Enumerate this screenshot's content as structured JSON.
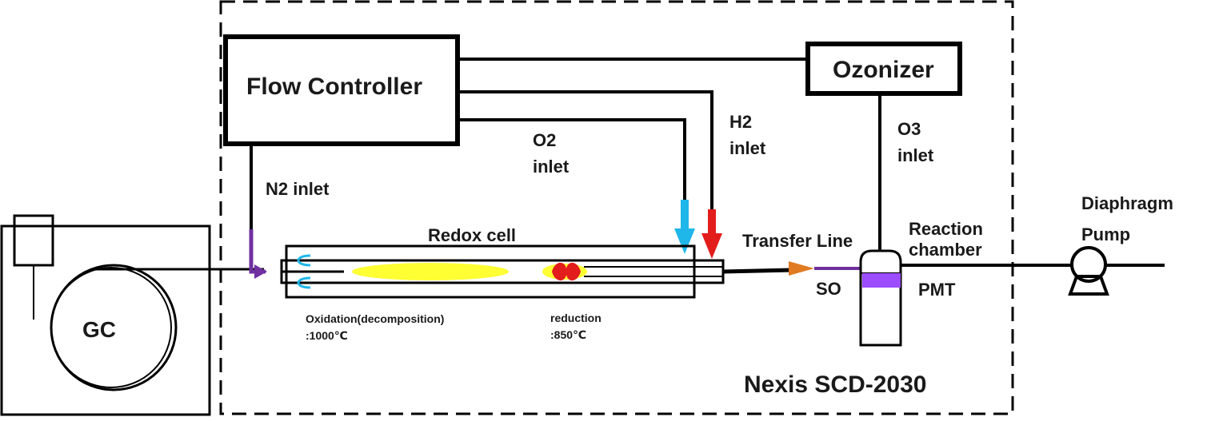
{
  "diagram": {
    "boundary_label": "Nexis SCD-2030",
    "gc": {
      "label": "GC"
    },
    "flow_controller": {
      "label": "Flow Controller"
    },
    "ozonizer": {
      "label": "Ozonizer"
    },
    "inlets": {
      "n2": {
        "line1": "N2 inlet"
      },
      "o2": {
        "line1": "O2",
        "line2": "inlet"
      },
      "h2": {
        "line1": "H2",
        "line2": "inlet"
      },
      "o3": {
        "line1": "O3",
        "line2": "inlet"
      }
    },
    "redox_cell": {
      "label": "Redox cell",
      "oxidation": {
        "line1": "Oxidation(decomposition)",
        "line2": ":1000℃"
      },
      "reduction": {
        "line1": "reduction",
        "line2": ":850℃"
      }
    },
    "transfer_line": {
      "label": "Transfer Line"
    },
    "so_label": "SO",
    "reaction_chamber": {
      "line1": "Reaction",
      "line2": "chamber"
    },
    "pmt_label": "PMT",
    "pump": {
      "line1": "Diaphragm",
      "line2": "Pump"
    },
    "colors": {
      "n2_line": "#7030a0",
      "o2_arrow": "#1fb6ea",
      "h2_arrow": "#e31c1c",
      "oxidation_zone": "#ffff33",
      "reduction_zone": "#e31c1c",
      "transfer_arrow": "#e07b22",
      "pmt_window": "#9b4dff",
      "injector": "#1fb6ea"
    }
  }
}
